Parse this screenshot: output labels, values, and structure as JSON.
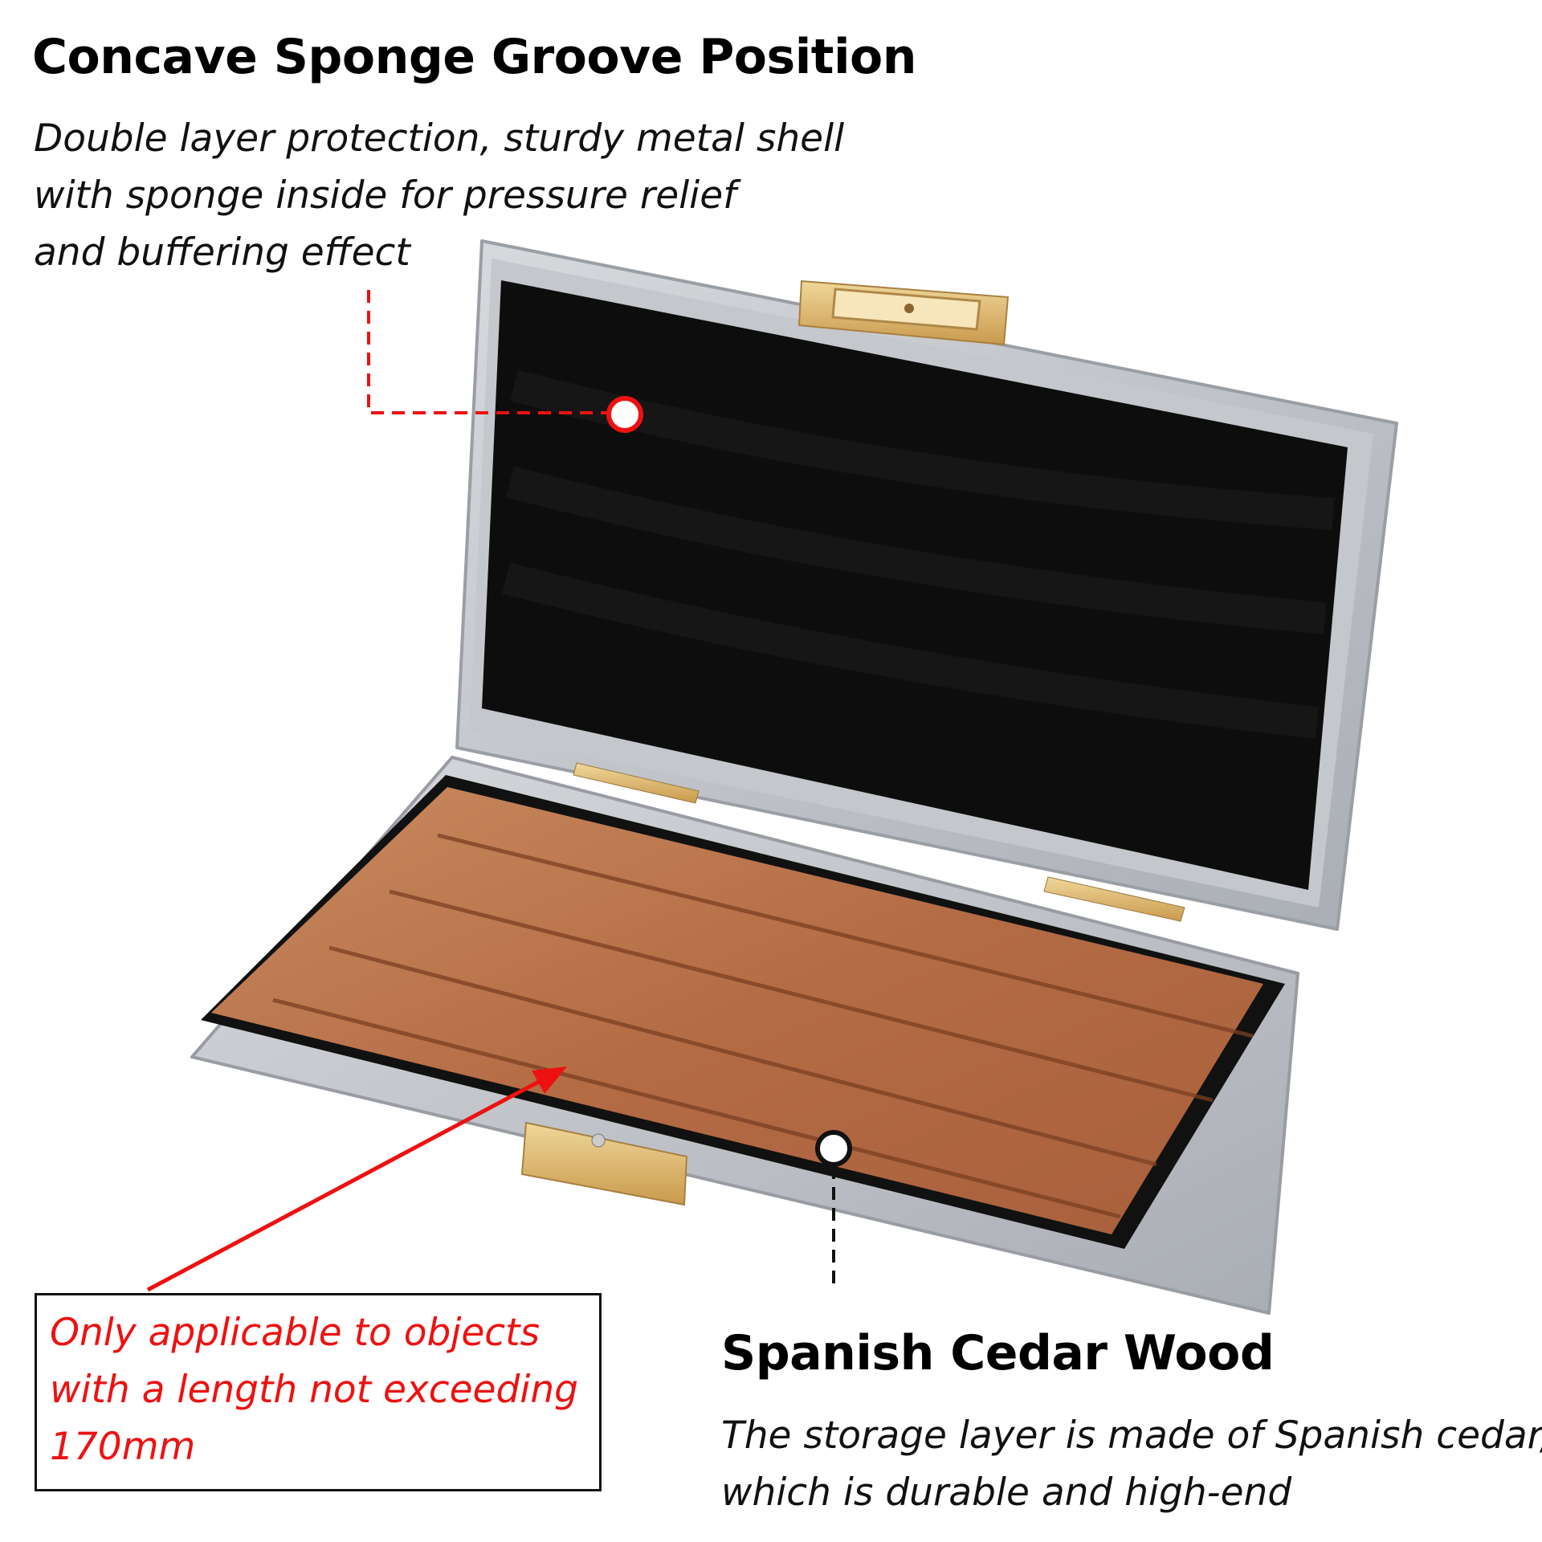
{
  "header": {
    "title": "Concave Sponge Groove Position",
    "subtitle_lines": [
      "Double layer protection, sturdy metal shell",
      "with sponge inside for pressure relief",
      "and buffering effect"
    ]
  },
  "note": {
    "lines": [
      "Only applicable to objects",
      "with a length not exceeding",
      "170mm"
    ],
    "color": "#ee1111"
  },
  "feature": {
    "title": "Spanish Cedar Wood",
    "description_lines": [
      "The storage layer is made of Spanish cedar,",
      "which is durable and high-end"
    ]
  },
  "colors": {
    "shell": "#b9bcc2",
    "sponge": "#0d0d0d",
    "wood": "#b8714a",
    "brass": "#d9b36c",
    "accent_red": "#ee1111"
  }
}
